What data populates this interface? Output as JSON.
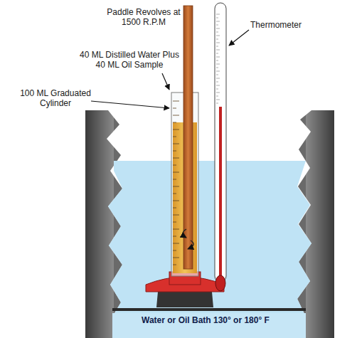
{
  "diagram": {
    "labels": [
      "Paddle Revolves at 1500 R.P.M",
      "Thermometer",
      "40 ML Distilled Water Plus 40 ML Oil Sample",
      "100 ML Graduated Cylinder",
      "Water or Oil Bath 130° or 180° F"
    ]
  }
}
